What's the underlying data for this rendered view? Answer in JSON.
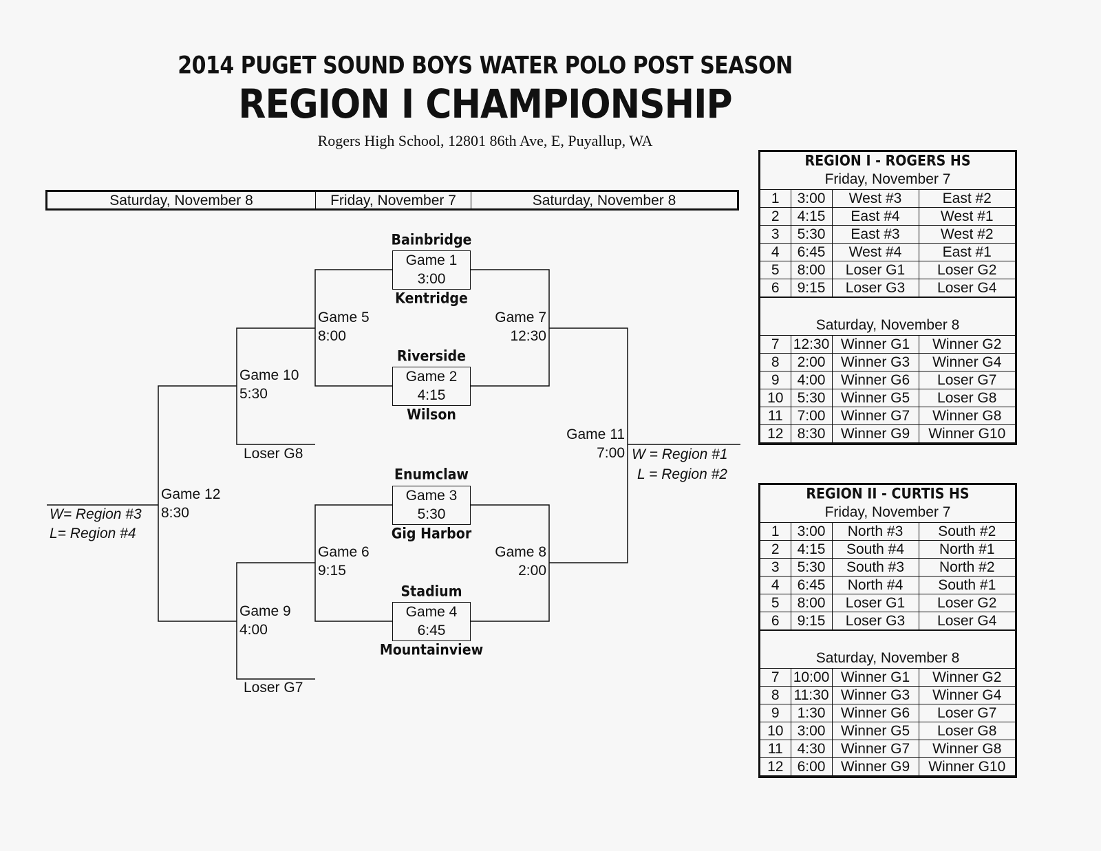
{
  "header": {
    "title_line1": "2014 PUGET SOUND BOYS WATER POLO POST SEASON",
    "title_line2": "REGION I CHAMPIONSHIP",
    "venue": "Rogers High School, 12801 86th Ave, E, Puyallup, WA"
  },
  "datebar": [
    "Saturday, November 8",
    "Friday, November 7",
    "Saturday, November 8"
  ],
  "bracket": {
    "teams": {
      "t1": "Bainbridge",
      "t2": "Kentridge",
      "t3": "Riverside",
      "t4": "Wilson",
      "t5": "Enumclaw",
      "t6": "Gig Harbor",
      "t7": "Stadium",
      "t8": "Mountainview"
    },
    "games": {
      "g1": {
        "name": "Game 1",
        "time": "3:00"
      },
      "g2": {
        "name": "Game 2",
        "time": "4:15"
      },
      "g3": {
        "name": "Game 3",
        "time": "5:30"
      },
      "g4": {
        "name": "Game 4",
        "time": "6:45"
      },
      "g5": {
        "name": "Game 5",
        "time": "8:00"
      },
      "g6": {
        "name": "Game 6",
        "time": "9:15"
      },
      "g7": {
        "name": "Game 7",
        "time": "12:30"
      },
      "g8": {
        "name": "Game 8",
        "time": "2:00"
      },
      "g9": {
        "name": "Game 9",
        "time": "4:00"
      },
      "g10": {
        "name": "Game 10",
        "time": "5:30"
      },
      "g11": {
        "name": "Game 11",
        "time": "7:00"
      },
      "g12": {
        "name": "Game 12",
        "time": "8:30"
      }
    },
    "loser_g8": "Loser G8",
    "loser_g7": "Loser G7",
    "g11_w": "W = Region #1",
    "g11_l": "L = Region #2",
    "g12_w": "W= Region #3",
    "g12_l": "L= Region #4"
  },
  "schedules": [
    {
      "title": "REGION I - ROGERS HS",
      "day1": "Friday, November 7",
      "day1_rows": [
        [
          "1",
          "3:00",
          "West #3",
          "East #2"
        ],
        [
          "2",
          "4:15",
          "East #4",
          "West #1"
        ],
        [
          "3",
          "5:30",
          "East #3",
          "West #2"
        ],
        [
          "4",
          "6:45",
          "West #4",
          "East #1"
        ],
        [
          "5",
          "8:00",
          "Loser G1",
          "Loser G2"
        ],
        [
          "6",
          "9:15",
          "Loser G3",
          "Loser G4"
        ]
      ],
      "day2": "Saturday, November 8",
      "day2_rows": [
        [
          "7",
          "12:30",
          "Winner G1",
          "Winner G2"
        ],
        [
          "8",
          "2:00",
          "Winner G3",
          "Winner G4"
        ],
        [
          "9",
          "4:00",
          "Winner G6",
          "Loser G7"
        ],
        [
          "10",
          "5:30",
          "Winner G5",
          "Loser G8"
        ],
        [
          "11",
          "7:00",
          "Winner G7",
          "Winner G8"
        ],
        [
          "12",
          "8:30",
          "Winner G9",
          "Winner G10"
        ]
      ]
    },
    {
      "title": "REGION II - CURTIS HS",
      "day1": "Friday, November 7",
      "day1_rows": [
        [
          "1",
          "3:00",
          "North #3",
          "South #2"
        ],
        [
          "2",
          "4:15",
          "South #4",
          "North #1"
        ],
        [
          "3",
          "5:30",
          "South #3",
          "North #2"
        ],
        [
          "4",
          "6:45",
          "North #4",
          "South #1"
        ],
        [
          "5",
          "8:00",
          "Loser G1",
          "Loser G2"
        ],
        [
          "6",
          "9:15",
          "Loser G3",
          "Loser G4"
        ]
      ],
      "day2": "Saturday, November 8",
      "day2_rows": [
        [
          "7",
          "10:00",
          "Winner G1",
          "Winner G2"
        ],
        [
          "8",
          "11:30",
          "Winner G3",
          "Winner G4"
        ],
        [
          "9",
          "1:30",
          "Winner G6",
          "Loser G7"
        ],
        [
          "10",
          "3:00",
          "Winner G5",
          "Loser G8"
        ],
        [
          "11",
          "4:30",
          "Winner G7",
          "Winner G8"
        ],
        [
          "12",
          "6:00",
          "Winner G9",
          "Winner G10"
        ]
      ]
    }
  ]
}
